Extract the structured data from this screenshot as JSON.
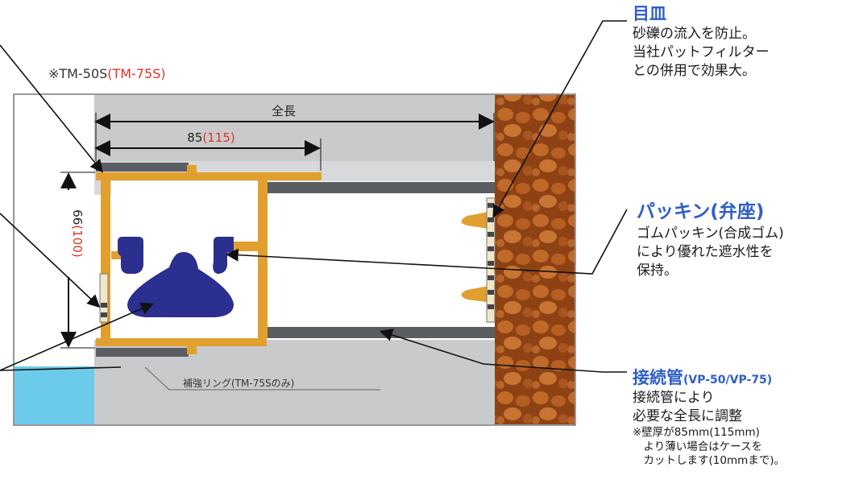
{
  "model_label": {
    "base": "※TM-50S",
    "alt": "(TM-75S)"
  },
  "dimensions": {
    "total_length": "全長",
    "length_base": "85",
    "length_alt": "(115)",
    "height_base": "66",
    "height_alt": "(100)"
  },
  "reinforcement_label": "補強リング(TM-75Sのみ)",
  "callouts": {
    "memezara": {
      "title": "目皿",
      "desc_lines": [
        "砂礫の流入を防止。",
        "当社パットフィルター",
        "との併用で効果大。"
      ]
    },
    "packing": {
      "title": "パッキン(弁座)",
      "desc_lines": [
        "ゴムパッキン(合成ゴム)",
        "により優れた遮水性を",
        "保持。"
      ]
    },
    "pipe": {
      "title": "接続管",
      "title_sub": "(VP-50/VP-75)",
      "desc_lines": [
        "接続管により",
        "必要な全長に調整"
      ],
      "note_lines": [
        "※壁厚が85mm(115mm)",
        "　より薄い場合はケースを",
        "　カットします(10mmまで)。"
      ]
    }
  },
  "colors": {
    "accent_blue": "#2f5fc4",
    "dimension_red": "#e0342c",
    "case_orange": "#e1a02e",
    "valve_navy": "#2b2f8f",
    "pipe_gray": "#5a5d62",
    "concrete_gray": "#c9cacb",
    "soil_brown": "#a3521c",
    "water_cyan": "#6ccbea"
  }
}
